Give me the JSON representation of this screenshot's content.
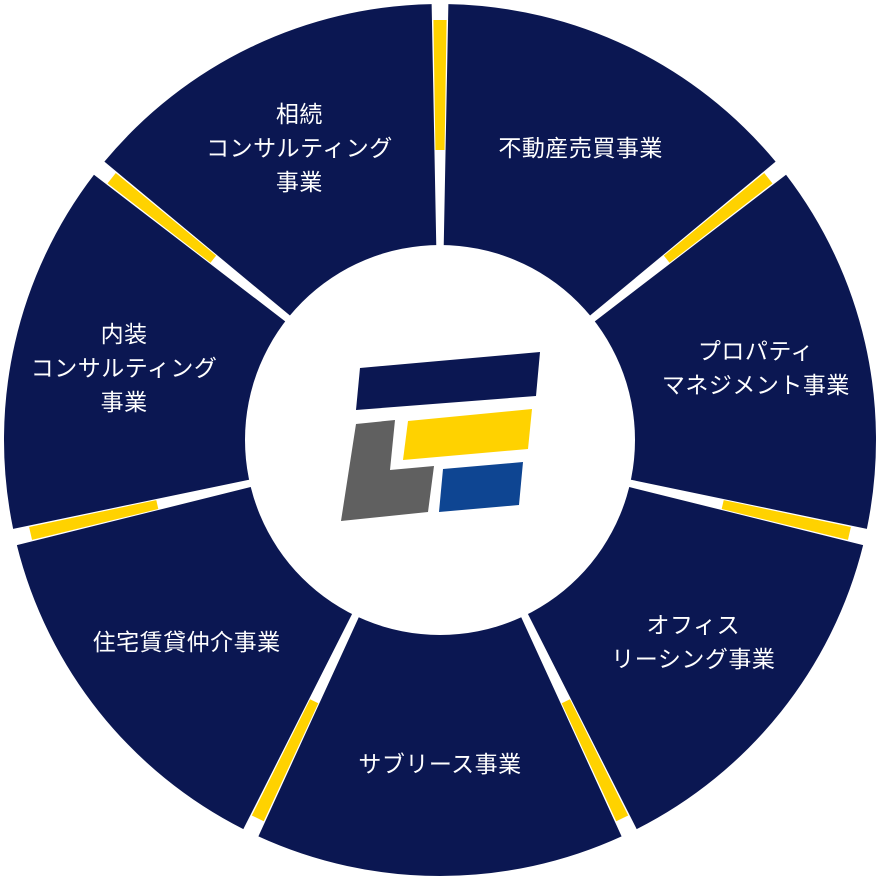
{
  "colors": {
    "segment": "#0B1752",
    "accent": "#FFD200",
    "gap": "#ffffff",
    "center": "#ffffff",
    "logo_navy": "#0B1752",
    "logo_yellow": "#FFD200",
    "logo_gray": "#606060",
    "logo_blue": "#0E4592"
  },
  "center_logo": {
    "icon": "company-logo-icon"
  },
  "segments": [
    {
      "id": "real-estate-trading",
      "lines": [
        "不動産売買事業"
      ]
    },
    {
      "id": "property-management",
      "lines": [
        "プロパティ",
        "マネジメント事業"
      ]
    },
    {
      "id": "office-leasing",
      "lines": [
        "オフィス",
        "リーシング事業"
      ]
    },
    {
      "id": "sublease",
      "lines": [
        "サブリース事業"
      ]
    },
    {
      "id": "residential-leasing-brokerage",
      "lines": [
        "住宅賃貸仲介事業"
      ]
    },
    {
      "id": "interior-consulting",
      "lines": [
        "内装",
        "コンサルティング",
        "事業"
      ]
    },
    {
      "id": "inheritance-consulting",
      "lines": [
        "相続",
        "コンサルティング",
        "事業"
      ]
    }
  ]
}
